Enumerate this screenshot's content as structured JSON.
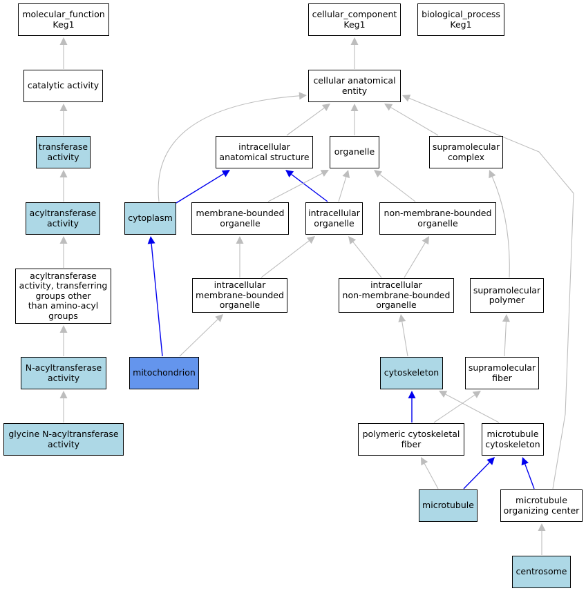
{
  "colors": {
    "plain": "#ffffff",
    "highlight": "#add8e6",
    "focus": "#6495ed",
    "grey_edge": "#bdbdbd",
    "blue_edge": "#0000ee"
  },
  "nodes": [
    {
      "id": "molecular_function",
      "label": "molecular_function\nKeg1",
      "style": "plain"
    },
    {
      "id": "cellular_component",
      "label": "cellular_component\nKeg1",
      "style": "plain"
    },
    {
      "id": "biological_process",
      "label": "biological_process\nKeg1",
      "style": "plain"
    },
    {
      "id": "catalytic_activity",
      "label": "catalytic activity",
      "style": "plain"
    },
    {
      "id": "cellular_anatomical_entity",
      "label": "cellular anatomical\nentity",
      "style": "plain"
    },
    {
      "id": "transferase_activity",
      "label": "transferase\nactivity",
      "style": "hl"
    },
    {
      "id": "intracellular_anatomical_structure",
      "label": "intracellular\nanatomical structure",
      "style": "plain"
    },
    {
      "id": "organelle",
      "label": "organelle",
      "style": "plain"
    },
    {
      "id": "supramolecular_complex",
      "label": "supramolecular\ncomplex",
      "style": "plain"
    },
    {
      "id": "acyltransferase_activity",
      "label": "acyltransferase\nactivity",
      "style": "hl"
    },
    {
      "id": "cytoplasm",
      "label": "cytoplasm",
      "style": "hl"
    },
    {
      "id": "membrane_bounded_organelle",
      "label": "membrane-bounded\norganelle",
      "style": "plain"
    },
    {
      "id": "intracellular_organelle",
      "label": "intracellular\norganelle",
      "style": "plain"
    },
    {
      "id": "non_membrane_bounded_organelle",
      "label": "non-membrane-bounded\norganelle",
      "style": "plain"
    },
    {
      "id": "acyltransferase_other",
      "label": "acyltransferase\nactivity, transferring\ngroups other\nthan amino-acyl\ngroups",
      "style": "plain"
    },
    {
      "id": "intracellular_mbo",
      "label": "intracellular\nmembrane-bounded\norganelle",
      "style": "plain"
    },
    {
      "id": "intracellular_nmbo",
      "label": "intracellular\nnon-membrane-bounded\norganelle",
      "style": "plain"
    },
    {
      "id": "supramolecular_polymer",
      "label": "supramolecular\npolymer",
      "style": "plain"
    },
    {
      "id": "n_acyltransferase_activity",
      "label": "N-acyltransferase\nactivity",
      "style": "hl"
    },
    {
      "id": "mitochondrion",
      "label": "mitochondrion",
      "style": "focus"
    },
    {
      "id": "cytoskeleton",
      "label": "cytoskeleton",
      "style": "hl"
    },
    {
      "id": "supramolecular_fiber",
      "label": "supramolecular\nfiber",
      "style": "plain"
    },
    {
      "id": "glycine_n_acyltransferase",
      "label": "glycine N-acyltransferase\nactivity",
      "style": "hl"
    },
    {
      "id": "polymeric_cytoskeletal_fiber",
      "label": "polymeric cytoskeletal\nfiber",
      "style": "plain"
    },
    {
      "id": "microtubule_cytoskeleton",
      "label": "microtubule\ncytoskeleton",
      "style": "plain"
    },
    {
      "id": "microtubule",
      "label": "microtubule",
      "style": "hl"
    },
    {
      "id": "mtoc",
      "label": "microtubule\norganizing center",
      "style": "plain"
    },
    {
      "id": "centrosome",
      "label": "centrosome",
      "style": "hl"
    }
  ],
  "edges": [
    {
      "from": "catalytic_activity",
      "to": "molecular_function",
      "kind": "grey"
    },
    {
      "from": "transferase_activity",
      "to": "catalytic_activity",
      "kind": "grey"
    },
    {
      "from": "acyltransferase_activity",
      "to": "transferase_activity",
      "kind": "grey"
    },
    {
      "from": "acyltransferase_other",
      "to": "acyltransferase_activity",
      "kind": "grey"
    },
    {
      "from": "n_acyltransferase_activity",
      "to": "acyltransferase_other",
      "kind": "grey"
    },
    {
      "from": "glycine_n_acyltransferase",
      "to": "n_acyltransferase_activity",
      "kind": "grey"
    },
    {
      "from": "cellular_anatomical_entity",
      "to": "cellular_component",
      "kind": "grey"
    },
    {
      "from": "cytoplasm",
      "to": "cellular_anatomical_entity",
      "kind": "grey"
    },
    {
      "from": "intracellular_anatomical_structure",
      "to": "cellular_anatomical_entity",
      "kind": "grey"
    },
    {
      "from": "organelle",
      "to": "cellular_anatomical_entity",
      "kind": "grey"
    },
    {
      "from": "supramolecular_complex",
      "to": "cellular_anatomical_entity",
      "kind": "grey"
    },
    {
      "from": "mtoc",
      "to": "cellular_anatomical_entity",
      "kind": "grey"
    },
    {
      "from": "cytoplasm",
      "to": "intracellular_anatomical_structure",
      "kind": "blue"
    },
    {
      "from": "intracellular_organelle",
      "to": "intracellular_anatomical_structure",
      "kind": "blue"
    },
    {
      "from": "membrane_bounded_organelle",
      "to": "organelle",
      "kind": "grey"
    },
    {
      "from": "intracellular_organelle",
      "to": "organelle",
      "kind": "grey"
    },
    {
      "from": "non_membrane_bounded_organelle",
      "to": "organelle",
      "kind": "grey"
    },
    {
      "from": "supramolecular_polymer",
      "to": "supramolecular_complex",
      "kind": "grey"
    },
    {
      "from": "mitochondrion",
      "to": "cytoplasm",
      "kind": "blue"
    },
    {
      "from": "intracellular_mbo",
      "to": "membrane_bounded_organelle",
      "kind": "grey"
    },
    {
      "from": "intracellular_mbo",
      "to": "intracellular_organelle",
      "kind": "grey"
    },
    {
      "from": "intracellular_nmbo",
      "to": "intracellular_organelle",
      "kind": "grey"
    },
    {
      "from": "intracellular_nmbo",
      "to": "non_membrane_bounded_organelle",
      "kind": "grey"
    },
    {
      "from": "mitochondrion",
      "to": "intracellular_mbo",
      "kind": "grey"
    },
    {
      "from": "cytoskeleton",
      "to": "intracellular_nmbo",
      "kind": "grey"
    },
    {
      "from": "supramolecular_fiber",
      "to": "supramolecular_polymer",
      "kind": "grey"
    },
    {
      "from": "polymeric_cytoskeletal_fiber",
      "to": "cytoskeleton",
      "kind": "blue"
    },
    {
      "from": "microtubule_cytoskeleton",
      "to": "cytoskeleton",
      "kind": "grey"
    },
    {
      "from": "polymeric_cytoskeletal_fiber",
      "to": "supramolecular_fiber",
      "kind": "grey"
    },
    {
      "from": "microtubule",
      "to": "polymeric_cytoskeletal_fiber",
      "kind": "grey"
    },
    {
      "from": "microtubule",
      "to": "microtubule_cytoskeleton",
      "kind": "blue"
    },
    {
      "from": "mtoc",
      "to": "microtubule_cytoskeleton",
      "kind": "blue"
    },
    {
      "from": "centrosome",
      "to": "mtoc",
      "kind": "grey"
    }
  ]
}
